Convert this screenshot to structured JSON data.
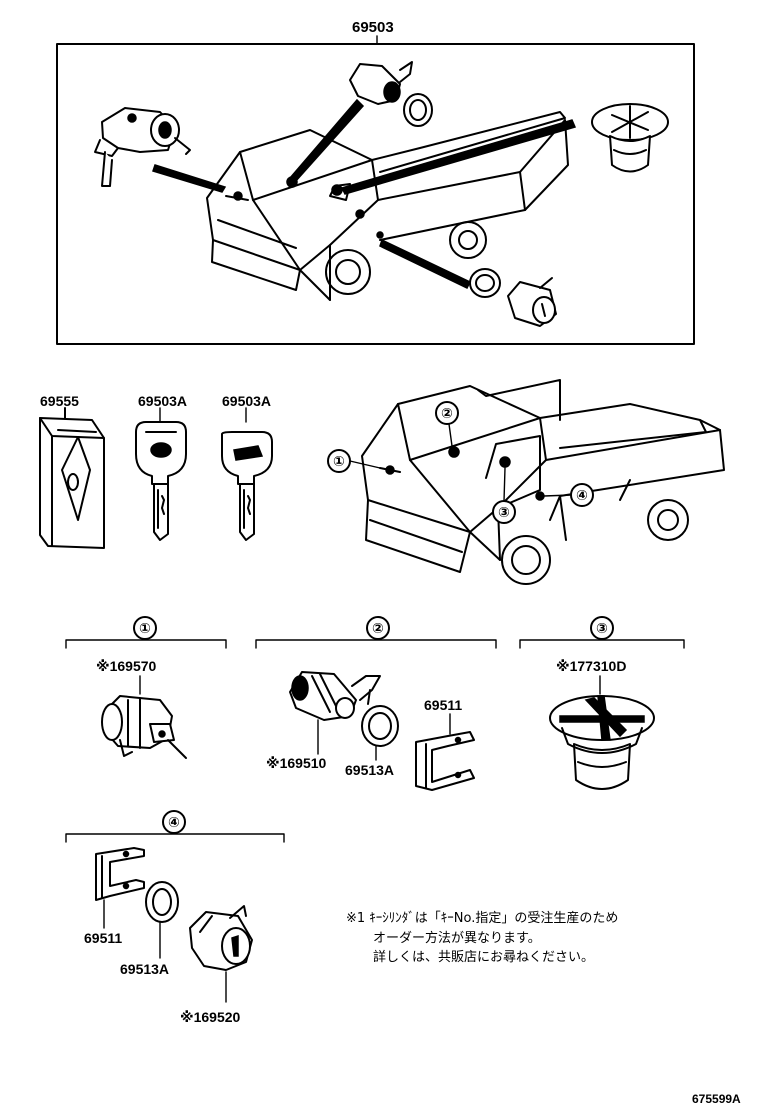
{
  "top_assembly": {
    "part_number": "69503"
  },
  "parts_row": {
    "key_case_number": "69555",
    "key_1_number": "69503A",
    "key_2_number": "69503A"
  },
  "callouts": [
    "①",
    "②",
    "③",
    "④"
  ],
  "group_1": {
    "circle": "①",
    "part": "※169570"
  },
  "group_2": {
    "circle": "②",
    "part_cylinder": "※169510",
    "part_ring": "69513A",
    "part_bracket": "69511"
  },
  "group_3": {
    "circle": "③",
    "part": "※177310D"
  },
  "group_4": {
    "circle": "④",
    "part_bracket": "69511",
    "part_ring": "69513A",
    "part_cylinder": "※169520"
  },
  "note": {
    "line_1": "※1 ｷｰｼﾘﾝﾀﾞは「ｷｰNo.指定」の受注生産のため",
    "line_2": "オーダー方法が異なります。",
    "line_3": "詳しくは、共販店にお尋ねください。"
  },
  "figure_code": "675599A",
  "icons": [
    "truck-illustration",
    "lock-cylinder-icon",
    "key-icon",
    "key-case-icon",
    "fuel-cap-icon",
    "gasket-ring-icon",
    "bracket-icon"
  ]
}
